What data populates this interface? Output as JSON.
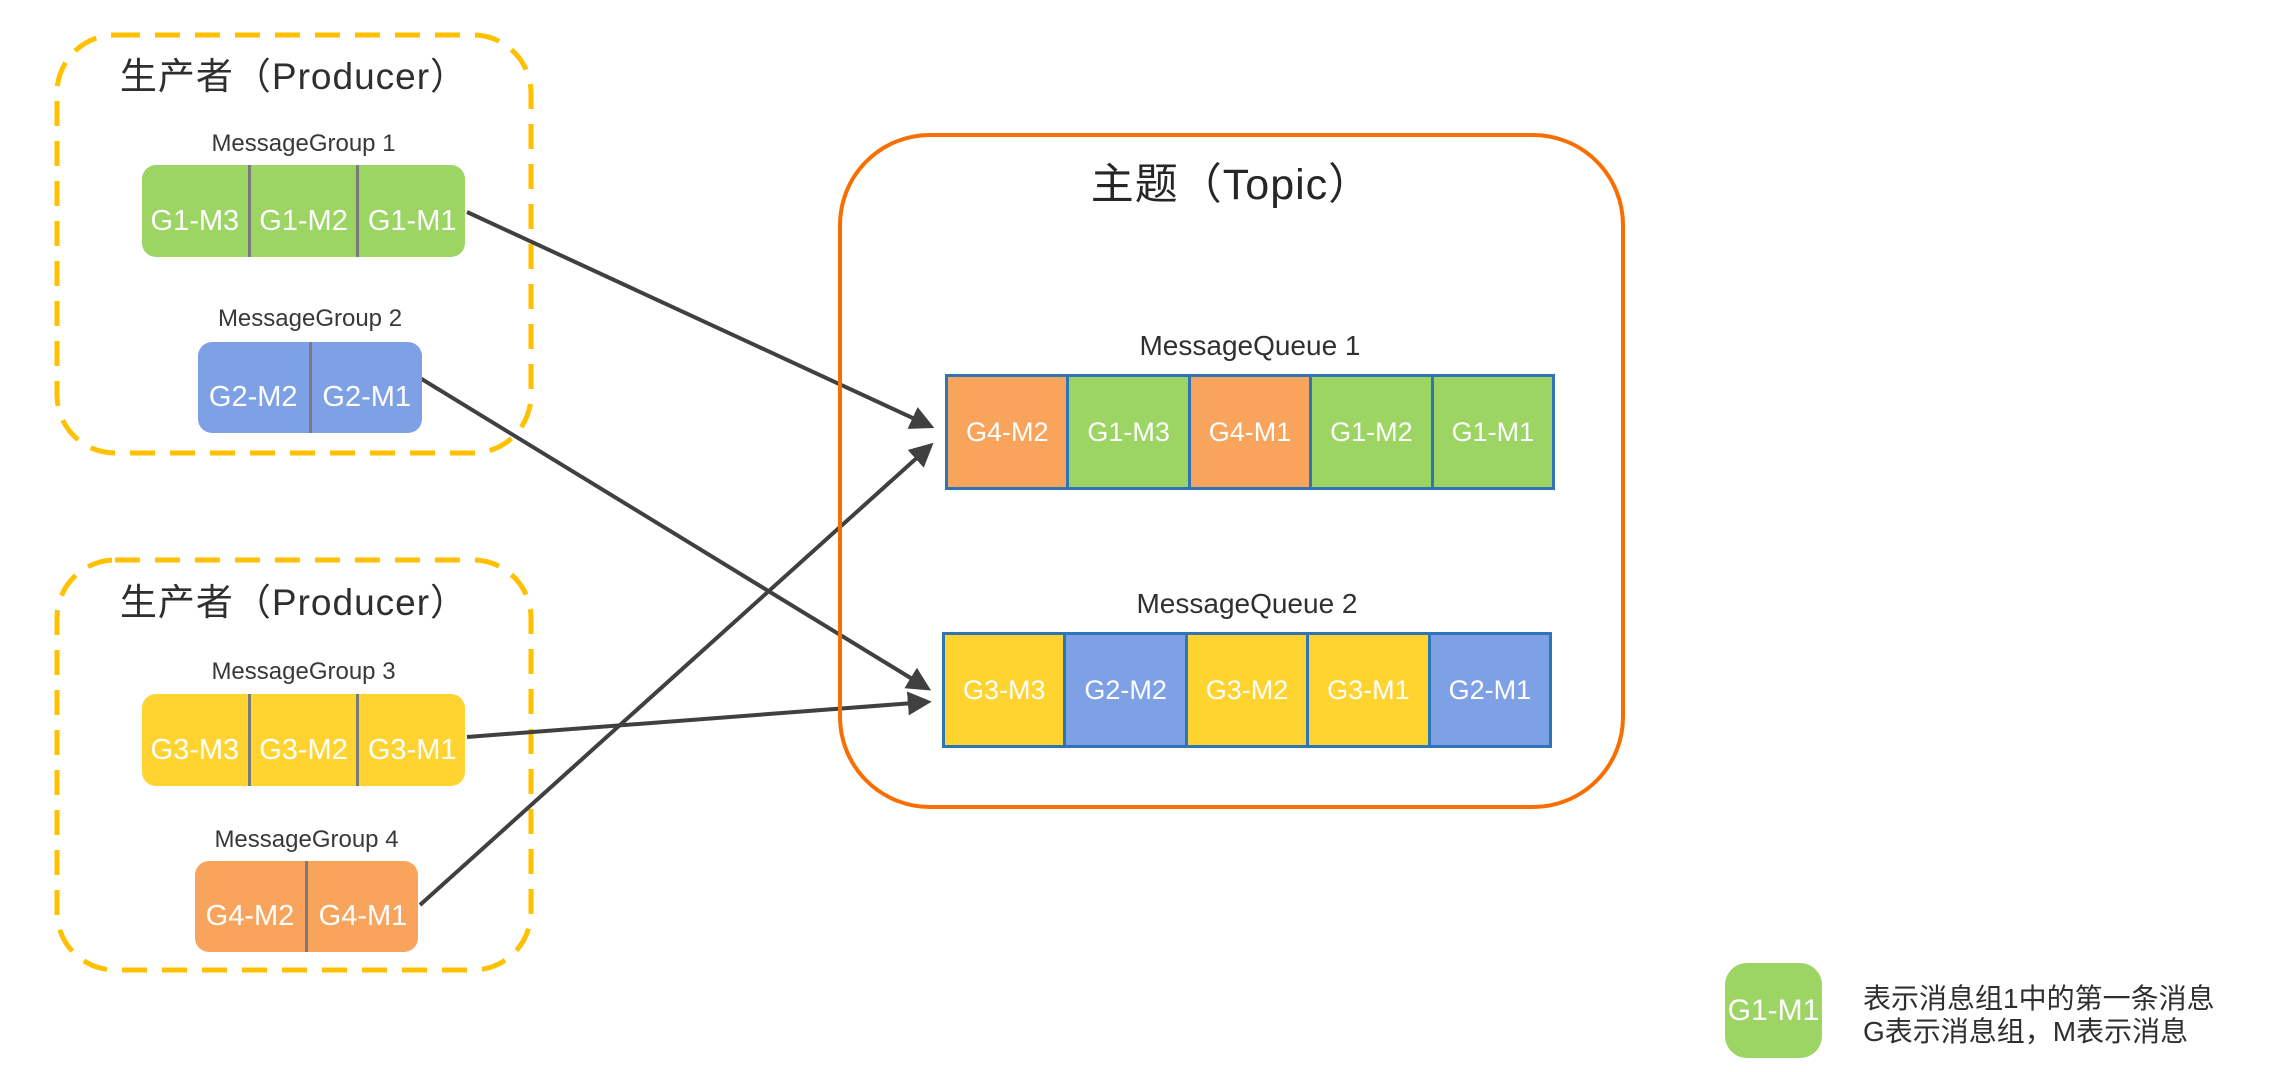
{
  "colors": {
    "green": "#9CD564",
    "blue": "#7EA1E6",
    "yellow": "#FFD431",
    "orange": "#F8A45D",
    "topic_border": "#F96E00",
    "producer_dashed_border": "#FFC000",
    "queue_cell_border": "#2E75B6",
    "arrow": "#404040"
  },
  "producers": [
    {
      "title": "生产者（Producer）",
      "groups": [
        {
          "name": "MessageGroup 1",
          "color": "green",
          "cells": [
            "G1-M3",
            "G1-M2",
            "G1-M1"
          ]
        },
        {
          "name": "MessageGroup 2",
          "color": "blue",
          "cells": [
            "G2-M2",
            "G2-M1"
          ]
        }
      ]
    },
    {
      "title": "生产者（Producer）",
      "groups": [
        {
          "name": "MessageGroup 3",
          "color": "yellow",
          "cells": [
            "G3-M3",
            "G3-M2",
            "G3-M1"
          ]
        },
        {
          "name": "MessageGroup 4",
          "color": "orange",
          "cells": [
            "G4-M2",
            "G4-M1"
          ]
        }
      ]
    }
  ],
  "topic": {
    "title": "主题（Topic）",
    "queues": [
      {
        "name": "MessageQueue 1",
        "cells": [
          {
            "label": "G4-M2",
            "color": "orange"
          },
          {
            "label": "G1-M3",
            "color": "green"
          },
          {
            "label": "G4-M1",
            "color": "orange"
          },
          {
            "label": "G1-M2",
            "color": "green"
          },
          {
            "label": "G1-M1",
            "color": "green"
          }
        ]
      },
      {
        "name": "MessageQueue 2",
        "cells": [
          {
            "label": "G3-M3",
            "color": "yellow"
          },
          {
            "label": "G2-M2",
            "color": "blue"
          },
          {
            "label": "G3-M2",
            "color": "yellow"
          },
          {
            "label": "G3-M1",
            "color": "yellow"
          },
          {
            "label": "G2-M1",
            "color": "blue"
          }
        ]
      }
    ]
  },
  "legend": {
    "swatch_label": "G1-M1",
    "swatch_color": "green",
    "line1": "表示消息组1中的第一条消息",
    "line2": "G表示消息组，M表示消息"
  }
}
